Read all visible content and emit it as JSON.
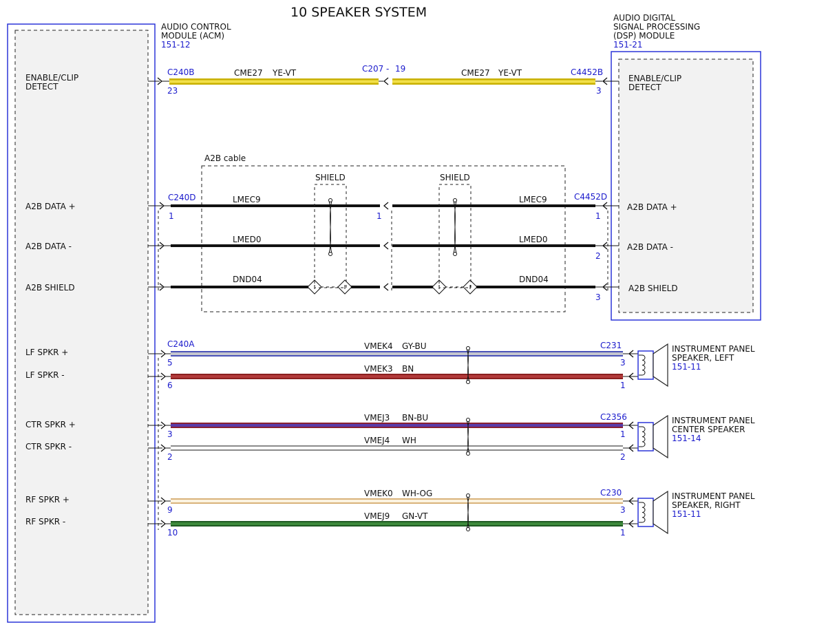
{
  "title": "10 SPEAKER SYSTEM",
  "colors": {
    "module_border": "#2b35d8",
    "label_blue": "#1a1acc",
    "wire_black": "#111111"
  },
  "acm": {
    "line1": "AUDIO CONTROL",
    "line2": "MODULE (ACM)",
    "ref": "151-12",
    "pins": {
      "enable": [
        "ENABLE/CLIP",
        "DETECT"
      ],
      "a2b_plus": "A2B DATA +",
      "a2b_minus": "A2B DATA -",
      "a2b_shield": "A2B SHIELD",
      "lf_plus": "LF SPKR +",
      "lf_minus": "LF SPKR -",
      "ctr_plus": "CTR SPKR +",
      "ctr_minus": "CTR SPKR -",
      "rf_plus": "RF SPKR +",
      "rf_minus": "RF SPKR -"
    }
  },
  "dsp": {
    "line1": "AUDIO DIGITAL",
    "line2": "SIGNAL PROCESSING",
    "line3": "(DSP) MODULE",
    "ref": "151-21",
    "pins": {
      "enable": [
        "ENABLE/CLIP",
        "DETECT"
      ],
      "a2b_plus": "A2B DATA +",
      "a2b_minus": "A2B DATA -",
      "a2b_shield": "A2B SHIELD"
    }
  },
  "top_circuit": {
    "conn_left": "C240B",
    "pin_left": "23",
    "inline": "C207",
    "inline_dash": "-",
    "inline_pin": "19",
    "conn_right": "C4452B",
    "pin_right": "3",
    "circuit_left": "CME27",
    "color_left": "YE-VT",
    "circuit_right": "CME27",
    "color_right": "YE-VT",
    "wire_colors": [
      "#c8b000",
      "#f2e04a",
      "#c8b000"
    ]
  },
  "a2b": {
    "cable_label": "A2B cable",
    "shield_label_1": "SHIELD",
    "shield_label_2": "SHIELD",
    "conn_left": "C240D",
    "pin_left": "1",
    "conn_right": "C4452D",
    "inline_pin": "1",
    "right_pins": [
      "1",
      "2",
      "3"
    ],
    "wires": [
      {
        "left": "LMEC9",
        "right": "LMEC9"
      },
      {
        "left": "LMED0",
        "right": "LMED0"
      },
      {
        "left": "DND04",
        "right": "DND04"
      }
    ]
  },
  "speakers": {
    "conn_left": "C240A",
    "groups": [
      {
        "connector": "C231",
        "name_lines": [
          "INSTRUMENT PANEL",
          "SPEAKER, LEFT"
        ],
        "ref": "151-11",
        "wires": [
          {
            "circuit": "VMEK4",
            "color": "GY-BU",
            "pin_left": "5",
            "pin_right": "3",
            "stripe": [
              "#4a52b8",
              "#c4c6cf",
              "#4a52b8"
            ]
          },
          {
            "circuit": "VMEK3",
            "color": "BN",
            "pin_left": "6",
            "pin_right": "1",
            "stripe": [
              "#8a2020",
              "#b23a3a",
              "#8a2020"
            ]
          }
        ]
      },
      {
        "connector": "C2356",
        "name_lines": [
          "INSTRUMENT PANEL",
          "CENTER SPEAKER"
        ],
        "ref": "151-14",
        "wires": [
          {
            "circuit": "VMEJ3",
            "color": "BN-BU",
            "pin_left": "3",
            "pin_right": "1",
            "stripe": [
              "#8a2030",
              "#5a3aa8",
              "#8a2030"
            ]
          },
          {
            "circuit": "VMEJ4",
            "color": "WH",
            "pin_left": "2",
            "pin_right": "2",
            "stripe": [
              "#8a8a8a",
              "#ffffff",
              "#8a8a8a"
            ]
          }
        ]
      },
      {
        "connector": "C230",
        "name_lines": [
          "INSTRUMENT PANEL",
          "SPEAKER, RIGHT"
        ],
        "ref": "151-11",
        "wires": [
          {
            "circuit": "VMEK0",
            "color": "WH-OG",
            "pin_left": "9",
            "pin_right": "3",
            "stripe": [
              "#d9b27a",
              "#fbf3e0",
              "#d9b27a"
            ]
          },
          {
            "circuit": "VMEJ9",
            "color": "GN-VT",
            "pin_left": "10",
            "pin_right": "1",
            "stripe": [
              "#1f5a22",
              "#3e8a3c",
              "#1f5a22"
            ]
          }
        ]
      }
    ]
  }
}
